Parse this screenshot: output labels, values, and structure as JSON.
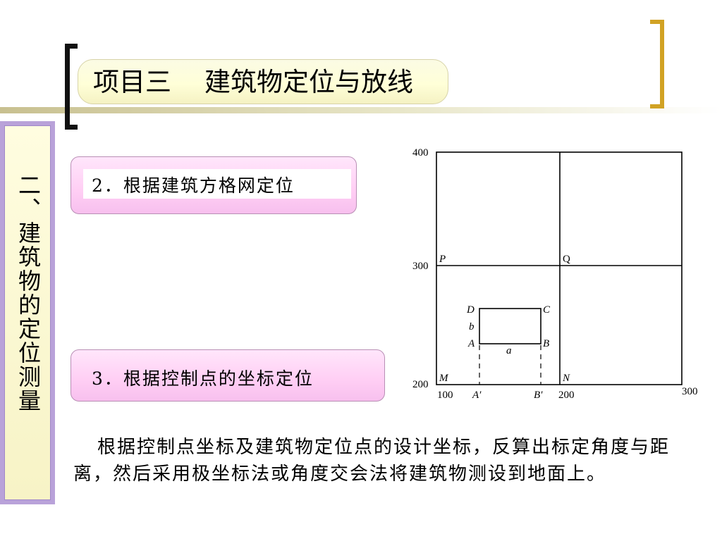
{
  "slide": {
    "title": "项目三    建筑物定位与放线",
    "sidebar_label": "二、建筑物的定位测量",
    "section_2": "2．根据建筑方格网定位",
    "section_3": "3．根据控制点的坐标定位",
    "paragraph": "根据控制点坐标及建筑物定位点的设计坐标，反算出标定角度与距离，然后采用极坐标法或角度交会法将建筑物测设到地面上。"
  },
  "diagram": {
    "y_labels": [
      "400",
      "300",
      "200"
    ],
    "x_labels": [
      "100",
      "A′",
      "B′",
      "200",
      "300"
    ],
    "grid_points": [
      "P",
      "Q",
      "M",
      "N"
    ],
    "building_corners": [
      "A",
      "B",
      "C",
      "D"
    ],
    "dimension_labels": [
      "a",
      "b"
    ]
  }
}
